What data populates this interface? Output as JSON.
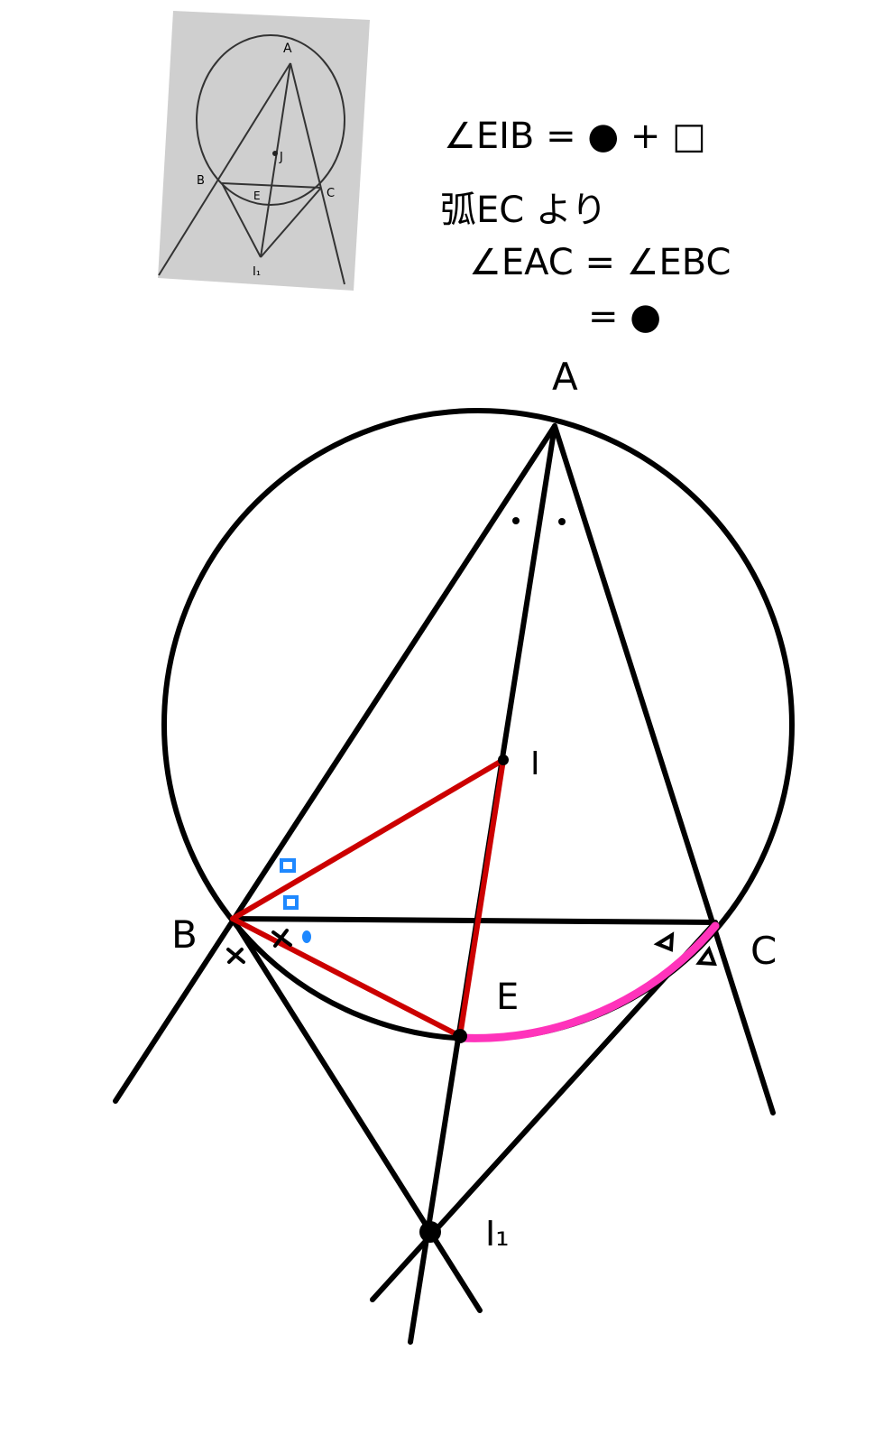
{
  "notes": {
    "line1": "∠EIB = ● + □",
    "line2": "弧EC より",
    "line3": "∠EAC = ∠EBC",
    "line4": "= ●"
  },
  "photo": {
    "labels": {
      "A": "A",
      "J": "J",
      "B": "B",
      "C": "C",
      "E": "E",
      "I1": "I₁"
    }
  },
  "diagram": {
    "labels": {
      "A": "A",
      "I": "I",
      "B": "B",
      "C": "C",
      "E": "E",
      "I1": "I₁"
    },
    "colors": {
      "lines": "#000000",
      "red_triangle": "#cc0000",
      "arc_EC": "#ff33bb",
      "blue_marks": "#1e88ff"
    }
  }
}
